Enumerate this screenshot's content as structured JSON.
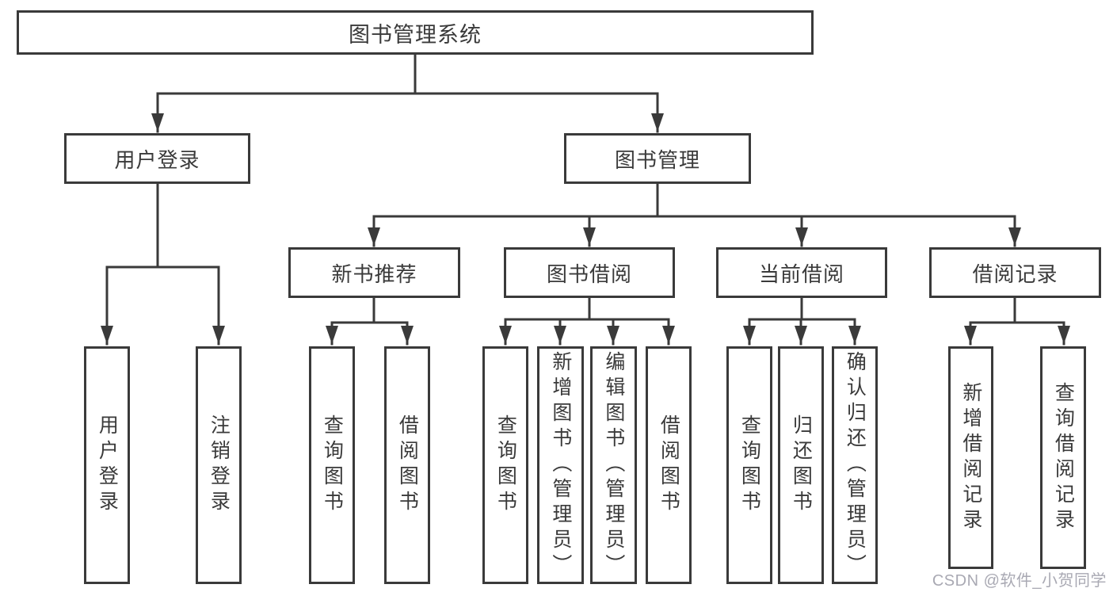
{
  "tree": {
    "root": {
      "label": "图书管理系统",
      "children": [
        {
          "label": "用户登录",
          "children": [
            {
              "label": "用户登录"
            },
            {
              "label": "注销登录"
            }
          ]
        },
        {
          "label": "图书管理",
          "children": [
            {
              "label": "新书推荐",
              "children": [
                {
                  "label": "查询图书"
                },
                {
                  "label": "借阅图书"
                }
              ]
            },
            {
              "label": "图书借阅",
              "children": [
                {
                  "label": "查询图书"
                },
                {
                  "label": "新增图书（管理员）"
                },
                {
                  "label": "编辑图书（管理员）"
                },
                {
                  "label": "借阅图书"
                }
              ]
            },
            {
              "label": "当前借阅",
              "children": [
                {
                  "label": "查询图书"
                },
                {
                  "label": "归还图书"
                },
                {
                  "label": "确认归还（管理员）"
                }
              ]
            },
            {
              "label": "借阅记录",
              "children": [
                {
                  "label": "新增借阅记录"
                },
                {
                  "label": "查询借阅记录"
                }
              ]
            }
          ]
        }
      ]
    }
  },
  "watermark": {
    "text": "CSDN @软件_小贺同学"
  },
  "colors": {
    "line": "#3a3a3a",
    "text": "#3a3a3a",
    "watermark": "#a9a9b3",
    "background": "#ffffff"
  }
}
